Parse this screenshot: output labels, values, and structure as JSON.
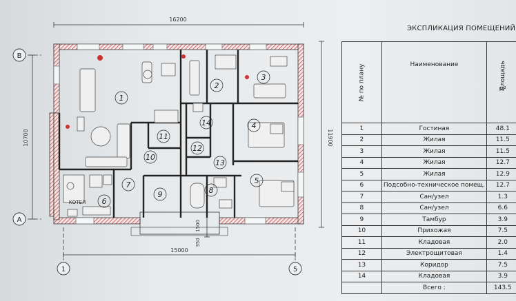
{
  "plan": {
    "dims": {
      "top": "16200",
      "left": "10700",
      "right": "11900",
      "bottom": "15000",
      "porch_depth": "1500",
      "porch_step": "350"
    },
    "axes": {
      "a": "A",
      "b": "B",
      "one": "1",
      "five": "5"
    },
    "boiler_label": "КОТЕЛ",
    "rooms": [
      "1",
      "2",
      "3",
      "4",
      "5",
      "6",
      "7",
      "8",
      "9",
      "10",
      "11",
      "12",
      "13",
      "14"
    ]
  },
  "explication": {
    "title": "ЭКСПЛИКАЦИЯ ПОМЕЩЕНИЙ",
    "headers": {
      "num": "№ по плану",
      "name": "Наименование",
      "area": "Площадь",
      "unit": "м²"
    },
    "rows": [
      {
        "num": "1",
        "name": "Гостиная",
        "area": "48.1"
      },
      {
        "num": "2",
        "name": "Жилая",
        "area": "11.5"
      },
      {
        "num": "3",
        "name": "Жилая",
        "area": "11.5"
      },
      {
        "num": "4",
        "name": "Жилая",
        "area": "12.7"
      },
      {
        "num": "5",
        "name": "Жилая",
        "area": "12.9"
      },
      {
        "num": "6",
        "name": "Подсобно-техническое помещ.",
        "area": "12.7"
      },
      {
        "num": "7",
        "name": "Сан/узел",
        "area": "1.3"
      },
      {
        "num": "8",
        "name": "Сан/узел",
        "area": "6.6"
      },
      {
        "num": "9",
        "name": "Тамбур",
        "area": "3.9"
      },
      {
        "num": "10",
        "name": "Прихожая",
        "area": "7.5"
      },
      {
        "num": "11",
        "name": "Кладовая",
        "area": "2.0"
      },
      {
        "num": "12",
        "name": "Электрощитовая",
        "area": "1.4"
      },
      {
        "num": "13",
        "name": "Коридор",
        "area": "7.5"
      },
      {
        "num": "14",
        "name": "Кладовая",
        "area": "3.9"
      }
    ],
    "total_label": "Всего :",
    "total_area": "143.5"
  }
}
